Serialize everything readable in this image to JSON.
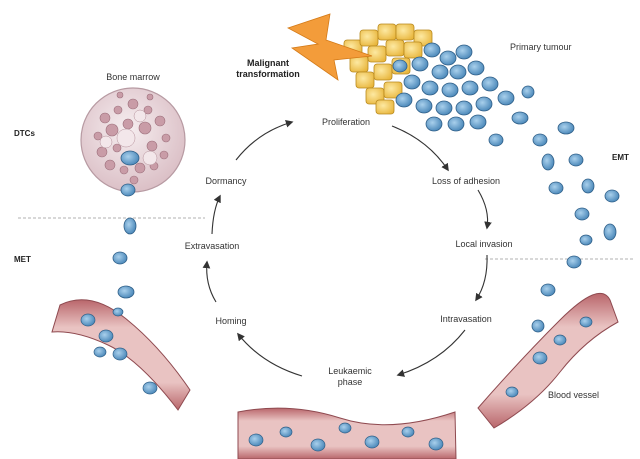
{
  "labels": {
    "bone_marrow": "Bone marrow",
    "malignant_line1": "Malignant",
    "malignant_line2": "transformation",
    "primary_tumour": "Primary tumour",
    "dtcs": "DTCs",
    "met": "MET",
    "emt": "EMT",
    "blood_vessel": "Blood vessel",
    "leukaemic_line1": "Leukaemic",
    "leukaemic_line2": "phase"
  },
  "cycle_steps": [
    "Proliferation",
    "Loss of adhesion",
    "Local invasion",
    "Intravasation",
    "Homing",
    "Extravasation",
    "Dormancy"
  ],
  "colors": {
    "tumour_yellow": "#f2c94c",
    "cell_blue": "#5b9bc9",
    "vessel_red": "#c9878a",
    "bolt_orange": "#f39c3a",
    "marrow_pink": "#e6c9cf"
  }
}
